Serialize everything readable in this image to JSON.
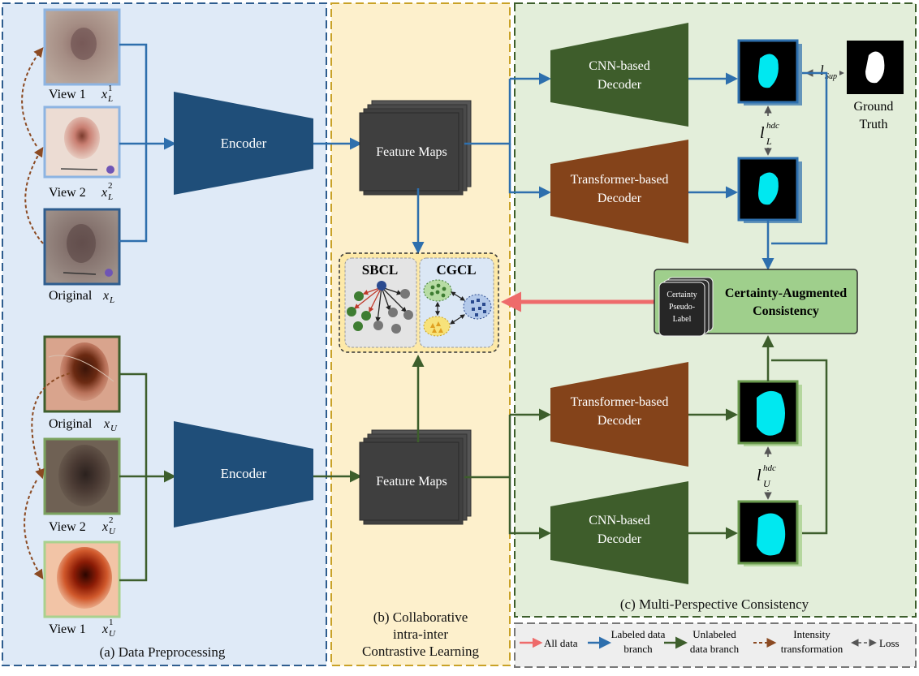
{
  "panels": {
    "a": {
      "title": "(a) Data Preprocessing"
    },
    "b": {
      "title_lines": [
        "(b) Collaborative",
        "intra-inter",
        "Contrastive Learning"
      ]
    },
    "c": {
      "title": "(c) Multi-Perspective Consistency"
    }
  },
  "labeled_inputs": {
    "view1": {
      "label": "View 1",
      "symbol": "x",
      "sub": "L",
      "sup": "1"
    },
    "view2": {
      "label": "View 2",
      "symbol": "x",
      "sub": "L",
      "sup": "2"
    },
    "original": {
      "label": "Original",
      "symbol": "x",
      "sub": "L"
    }
  },
  "unlabeled_inputs": {
    "original": {
      "label": "Original",
      "symbol": "x",
      "sub": "U"
    },
    "view2": {
      "label": "View 2",
      "symbol": "x",
      "sub": "U",
      "sup": "2"
    },
    "view1": {
      "label": "View 1",
      "symbol": "x",
      "sub": "U",
      "sup": "1"
    }
  },
  "encoder_label": "Encoder",
  "feature_maps_label": "Feature Maps",
  "contrastive": {
    "sbcl": "SBCL",
    "cgcl": "CGCL"
  },
  "decoders": {
    "cnn_lines": [
      "CNN-based",
      "Decoder"
    ],
    "transformer_lines": [
      "Transformer-based",
      "Decoder"
    ]
  },
  "losses": {
    "sup": {
      "symbol": "l",
      "sub": "Sup"
    },
    "hdc_l": {
      "symbol": "l",
      "sub": "L",
      "sup": "hdc"
    },
    "hdc_u": {
      "symbol": "l",
      "sub": "U",
      "sup": "hdc"
    }
  },
  "ground_truth_lines": [
    "Ground",
    "Truth"
  ],
  "certainty": {
    "pseudo_label_lines": [
      "Certainty",
      "Pseudo-",
      "Label"
    ],
    "module_lines": [
      "Certainty-Augmented",
      "Consistency"
    ]
  },
  "legend": {
    "all": "All data",
    "labeled_lines": [
      "Labeled data",
      "branch"
    ],
    "unlabeled_lines": [
      "Unlabeled",
      "data branch"
    ],
    "intensity_lines": [
      "Intensity",
      "transformation"
    ],
    "loss": "Loss"
  },
  "colors": {
    "labeled_branch": "#2e6fad",
    "unlabeled_branch": "#3d5e2c",
    "all_data": "#ee6b6b",
    "intensity": "#8b4a22",
    "loss": "#555555",
    "encoder": "#1f4e79",
    "cnn_decoder": "#3e5d2b",
    "transformer_decoder": "#84431a",
    "panel_a_bg": "#dfeaf7",
    "panel_b_bg": "#fdf0cc",
    "panel_c_bg": "#e3eeda",
    "feature_maps": "#3f3f3f",
    "mask_fill": "#00e8f0",
    "certainty_box": "#9fcf8c"
  }
}
